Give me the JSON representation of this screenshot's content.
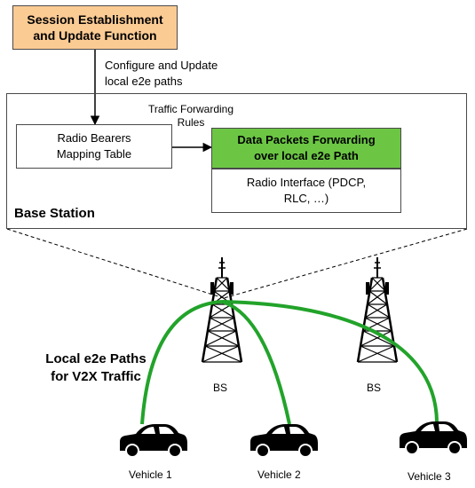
{
  "session_box": {
    "label": "Session Establishment\nand Update Function",
    "fill": "#fbcb94"
  },
  "configure_label": "Configure and Update\nlocal e2e paths",
  "traffic_rules_label": "Traffic Forwarding\nRules",
  "base_station": {
    "label": "Base Station",
    "radio_bearers_label": "Radio Bearers\nMapping Table",
    "data_packets_label": "Data Packets Forwarding\nover local e2e Path",
    "data_packets_fill": "#6cc644",
    "radio_interface_label": "Radio Interface (PDCP,\nRLC, …)"
  },
  "paths_label": "Local e2e Paths\nfor V2X Traffic",
  "path_color": "#22a32a",
  "towers": [
    "BS",
    "BS"
  ],
  "vehicles": [
    "Vehicle 1",
    "Vehicle 2",
    "Vehicle 3"
  ]
}
